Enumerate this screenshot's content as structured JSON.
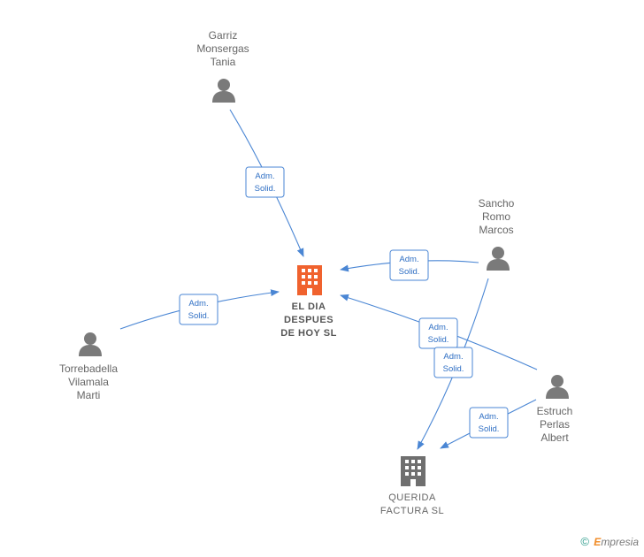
{
  "colors": {
    "edge": "#4a86d4",
    "person_icon": "#7a7a7a",
    "main_company_icon": "#f0622e",
    "company_icon": "#6f6f6f"
  },
  "nodes": {
    "garriz": {
      "type": "person",
      "icon": "person-icon",
      "lines": [
        "Garriz",
        "Monsergas",
        "Tania"
      ]
    },
    "sancho": {
      "type": "person",
      "icon": "person-icon",
      "lines": [
        "Sancho",
        "Romo",
        "Marcos"
      ]
    },
    "torrebadella": {
      "type": "person",
      "icon": "person-icon",
      "lines": [
        "Torrebadella",
        "Vilamala",
        "Marti"
      ]
    },
    "estruch": {
      "type": "person",
      "icon": "person-icon",
      "lines": [
        "Estruch",
        "Perlas",
        "Albert"
      ]
    },
    "eldia": {
      "type": "company",
      "icon": "building-icon",
      "lines": [
        "EL DIA",
        "DESPUES",
        "DE HOY  SL"
      ]
    },
    "querida": {
      "type": "company",
      "icon": "building-icon",
      "lines": [
        "QUERIDA",
        "FACTURA  SL"
      ]
    }
  },
  "edges": [
    {
      "from": "garriz",
      "to": "eldia",
      "label": [
        "Adm.",
        "Solid."
      ]
    },
    {
      "from": "sancho",
      "to": "eldia",
      "label": [
        "Adm.",
        "Solid."
      ]
    },
    {
      "from": "torrebadella",
      "to": "eldia",
      "label": [
        "Adm.",
        "Solid."
      ]
    },
    {
      "from": "estruch",
      "to": "eldia",
      "label": [
        "Adm.",
        "Solid."
      ]
    },
    {
      "from": "sancho",
      "to": "querida",
      "label": [
        "Adm.",
        "Solid."
      ]
    },
    {
      "from": "estruch",
      "to": "querida",
      "label": [
        "Adm.",
        "Solid."
      ]
    }
  ],
  "footer": {
    "copyright": "©",
    "brand_first": "E",
    "brand_rest": "mpresia"
  }
}
